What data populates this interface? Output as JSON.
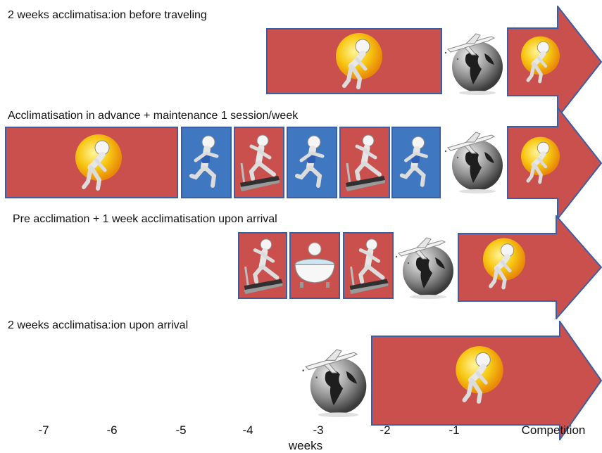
{
  "scenarios": [
    {
      "title": "2 weeks acclimatisa:ion before traveling"
    },
    {
      "title": "Acclimatisation in advance + maintenance 1 session/week"
    },
    {
      "title": "Pre acclimation + 1 week acclimatisation upon arrival"
    },
    {
      "title": "2 weeks acclimatisa:ion upon arrival"
    }
  ],
  "axis": {
    "ticks": [
      "-7",
      "-6",
      "-5",
      "-4",
      "-3",
      "-2",
      "-1",
      "Competition"
    ],
    "title": "weeks"
  },
  "colors": {
    "heat_block": "#c9504d",
    "run_block": "#3f77c0",
    "border": "#3b5fa6",
    "sun": "#f2b705"
  },
  "icons": [
    "sun-figure-icon",
    "runner-icon",
    "treadmill-icon",
    "hot-bath-icon",
    "globe-plane-icon"
  ]
}
